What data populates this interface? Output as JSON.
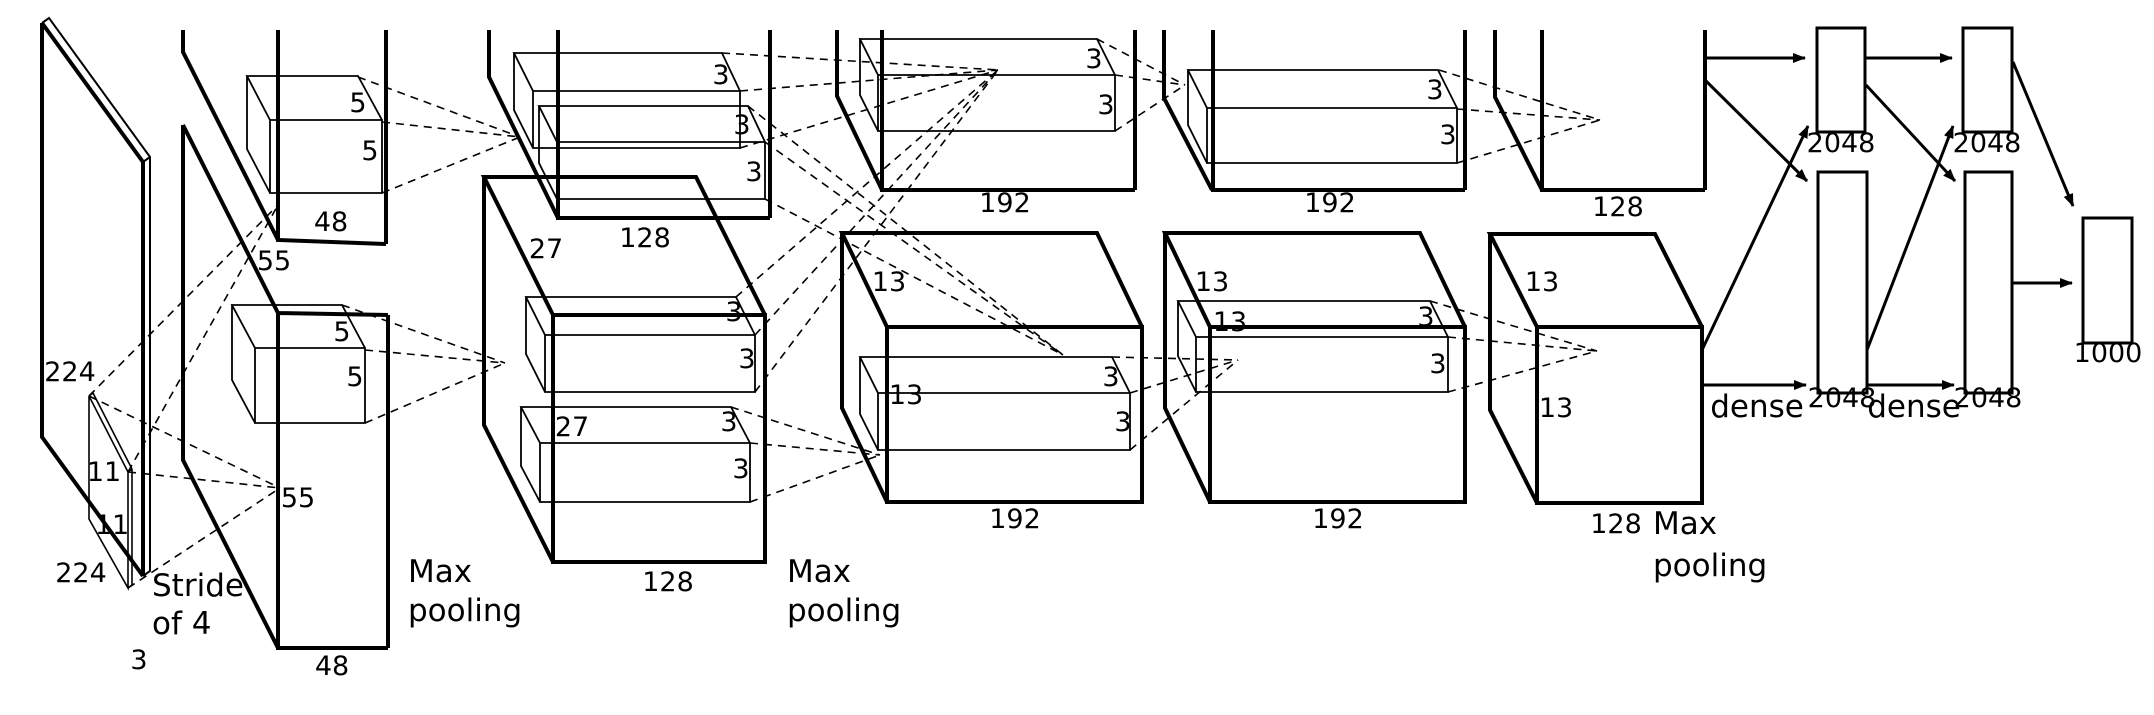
{
  "meta": {
    "title": "AlexNet convolutional neural network architecture diagram"
  },
  "colors": {
    "line": "#000000",
    "background": "#ffffff"
  },
  "input": {
    "dim_left": "224",
    "dim_bottom": "224",
    "channels": "3",
    "patch_top": "11",
    "patch_side": "11",
    "stride_line1": "Stride",
    "stride_line2": "of 4"
  },
  "conv1": {
    "upper": {
      "dim": "55",
      "depth": "48",
      "k_top": "5",
      "k_front": "5"
    },
    "lower": {
      "dim": "55",
      "depth": "48",
      "k_top": "5",
      "k_front": "5"
    }
  },
  "pool1": {
    "line1": "Max",
    "line2": "pooling"
  },
  "conv2": {
    "upper": {
      "depth": "128",
      "k": [
        "3",
        "3",
        "3"
      ]
    },
    "lower": {
      "dim_top": "27",
      "dim_inner": "27",
      "depth": "128",
      "k": [
        "3",
        "3",
        "3",
        "3"
      ]
    }
  },
  "pool2": {
    "line1": "Max",
    "line2": "pooling"
  },
  "conv3": {
    "upper": {
      "depth": "192",
      "k": [
        "3",
        "3"
      ]
    },
    "lower": {
      "dim_top": "13",
      "dim_inner": "13",
      "depth": "192",
      "k": [
        "3",
        "3"
      ]
    }
  },
  "conv4": {
    "upper": {
      "depth": "192",
      "k": [
        "3",
        "3"
      ]
    },
    "lower": {
      "dim_top": "13",
      "dim_inner": "13",
      "depth": "192",
      "k": [
        "3",
        "3"
      ]
    }
  },
  "conv5": {
    "upper": {
      "depth": "128"
    },
    "lower": {
      "dim_top": "13",
      "dim_inner": "13",
      "depth": "128"
    }
  },
  "pool3": {
    "line1": "Max",
    "line2": "pooling"
  },
  "fc6": {
    "label": "dense",
    "upper_units": "2048",
    "lower_units": "2048"
  },
  "fc7": {
    "label": "dense",
    "upper_units": "2048",
    "lower_units": "2048"
  },
  "output": {
    "units": "1000"
  }
}
